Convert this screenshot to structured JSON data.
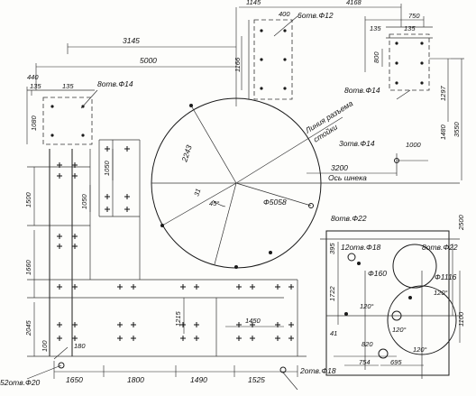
{
  "labels": {
    "d3145_top": "3145",
    "d5000": "5000",
    "d1145": "1145",
    "d400": "400",
    "d4168": "4168",
    "d750": "750",
    "d135_tr": "135",
    "d135_tr2": "135",
    "d800_tr": "800",
    "d1166": "1166",
    "holes6_12": "6отв.Ф12",
    "d440": "440",
    "d135_l1": "135",
    "d135_l2": "135",
    "d1080": "1080",
    "holes8_14_l": "8отв.Ф14",
    "holes8_14_r": "8отв.Ф14",
    "d1297": "1297",
    "d1480": "1480",
    "d3550": "3550",
    "holes3_14": "3отв.Ф14",
    "d1000": "1000",
    "d3200": "3200",
    "screw_axis": "Ось шнека",
    "section_line_1": "Линия разъема",
    "section_line_2": "стойки",
    "d2243": "2243",
    "d5058": "Ф5058",
    "ang45": "45°",
    "d1050a": "1050",
    "d1050b": "1050",
    "d1500": "1500",
    "d1660": "1660",
    "d2045": "2045",
    "d1215": "1215",
    "d1450": "1450",
    "d100": "100",
    "d180": "180",
    "holes52_20": "52отв.Ф20",
    "d1650": "1650",
    "d1800": "1800",
    "d1490": "1490",
    "d1525": "1525",
    "holes2_18": "2отв.Ф18",
    "holes8_22": "8отв.Ф22",
    "d2500": "2500",
    "holes12_18": "12отв.Ф18",
    "holes8_22b": "8отв.Ф22",
    "d160": "Ф160",
    "d1116": "Ф1116",
    "ang120a": "120°",
    "ang120b": "120°",
    "ang120c": "120°",
    "ang120d": "120°",
    "d395": "395",
    "d1722": "1722",
    "d1100": "1100",
    "d41": "41",
    "d820": "820",
    "d754": "754",
    "d695": "695",
    "d31": "31"
  }
}
